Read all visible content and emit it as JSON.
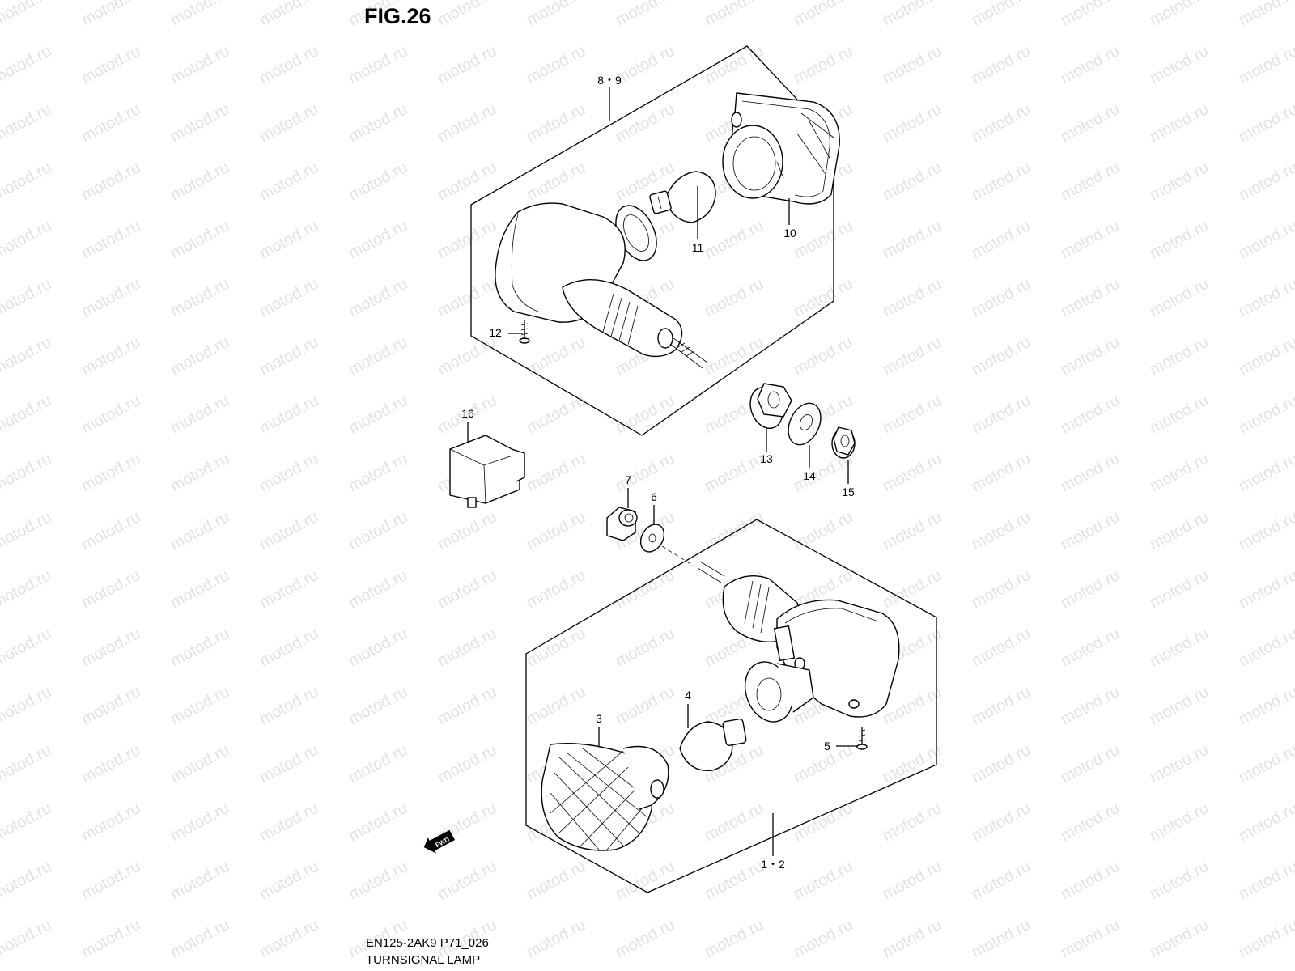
{
  "figure": {
    "title": "FIG.26",
    "model_code": "EN125-2AK9 P71_026",
    "caption": "TURNSIGNAL LAMP"
  },
  "watermark": {
    "text": "motod.ru",
    "color": "#e2e2e2"
  },
  "fwd_badge": {
    "label": "FWD"
  },
  "callouts": {
    "c8_9": "8・9",
    "c10": "10",
    "c11": "11",
    "c12": "12",
    "c16": "16",
    "c13": "13",
    "c14": "14",
    "c15": "15",
    "c7": "7",
    "c6": "6",
    "c4": "4",
    "c3": "3",
    "c5": "5",
    "c1_2": "1・2"
  }
}
